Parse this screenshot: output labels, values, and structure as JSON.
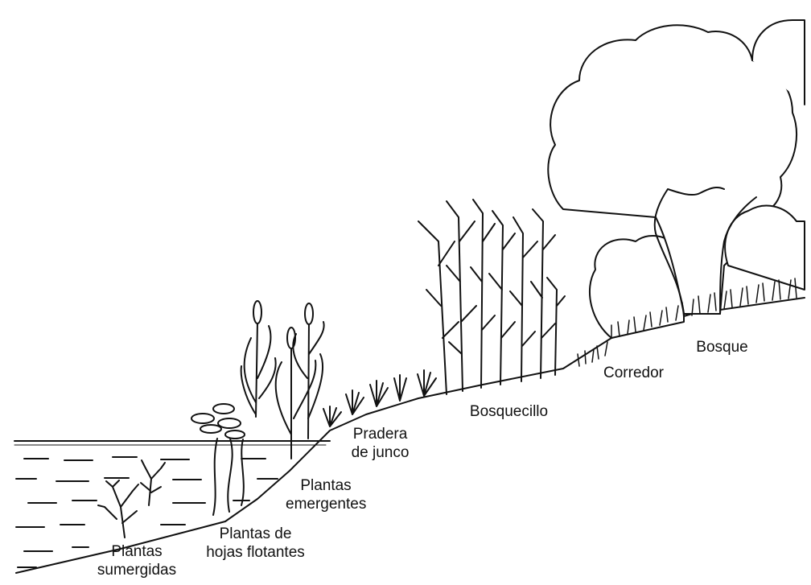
{
  "diagram": {
    "labels": {
      "submerged": [
        "Plantas",
        "sumergidas"
      ],
      "floating": [
        "Plantas de",
        "hojas flotantes"
      ],
      "emergent": [
        "Plantas",
        "emergentes"
      ],
      "sedge_meadow": [
        "Pradera",
        "de junco"
      ],
      "shrub_thicket": [
        "Bosquecillo"
      ],
      "corridor": [
        "Corredor"
      ],
      "forest": [
        "Bosque"
      ]
    }
  }
}
